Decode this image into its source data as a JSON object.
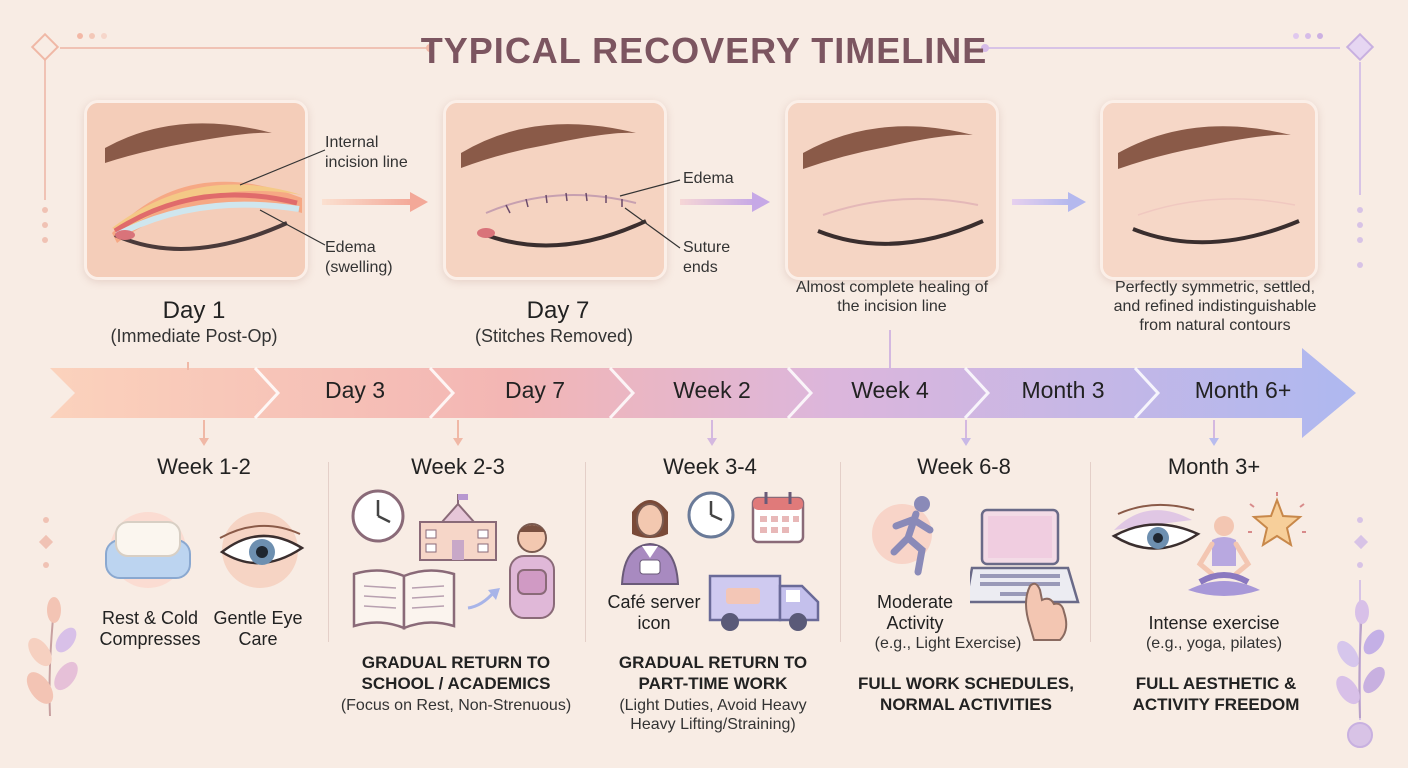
{
  "title": "TYPICAL RECOVERY TIMELINE",
  "stages": [
    {
      "day": "Day 1",
      "subtitle": "(Immediate Post-Op)",
      "annotations": [
        "Internal incision line",
        "Edema (swelling)"
      ]
    },
    {
      "day": "Day 7",
      "subtitle": "(Stitches Removed)",
      "annotations": [
        "Edema",
        "Suture ends"
      ]
    },
    {
      "caption": "Almost complete healing of the incision line"
    },
    {
      "caption": "Perfectly symmetric, settled, and refined indistinguishable from natural contours"
    }
  ],
  "timeline": [
    "Day 3",
    "Day 7",
    "Week 2",
    "Week 4",
    "Month 3",
    "Month 6+"
  ],
  "columns": [
    {
      "title": "Week 1-2",
      "items": [
        "Rest & Cold Compresses",
        "Gentle Eye Care"
      ]
    },
    {
      "title": "Week 2-3",
      "heading": "GRADUAL RETURN TO SCHOOL / ACADEMICS",
      "note": "(Focus on Rest, Non-Strenuous)"
    },
    {
      "title": "Week 3-4",
      "item": "Café server icon",
      "heading": "GRADUAL RETURN TO PART-TIME WORK",
      "note": "(Light Duties, Avoid Heavy Heavy Lifting/Straining)"
    },
    {
      "title": "Week 6-8",
      "item": "Moderate Activity",
      "item_note": "(e.g., Light Exercise)",
      "heading": "FULL WORK SCHEDULES, NORMAL ACTIVITIES"
    },
    {
      "title": "Month 3+",
      "item": "Intense exercise",
      "item_note": "(e.g., yoga, pilates)",
      "heading": "FULL AESTHETIC & ACTIVITY FREEDOM"
    }
  ],
  "icons": [
    "pillow-icon",
    "eye-icon",
    "clock-icon",
    "school-icon",
    "student-icon",
    "book-icon",
    "server-icon",
    "calendar-icon",
    "van-icon",
    "runner-icon",
    "laptop-icon",
    "eye-makeup-icon",
    "yoga-icon",
    "star-icon",
    "leaf-icon"
  ]
}
